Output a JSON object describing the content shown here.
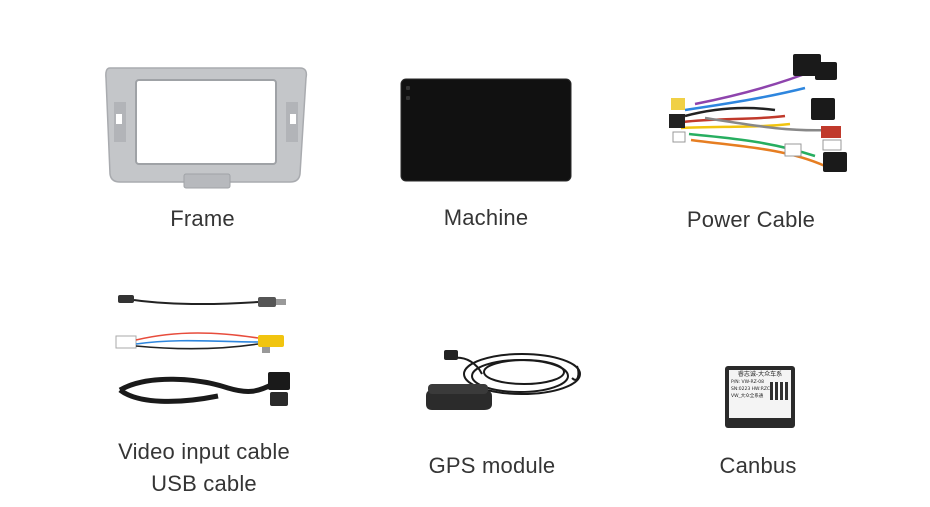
{
  "items": [
    {
      "name": "Frame",
      "icon": "dash-frame-image"
    },
    {
      "name": "Machine",
      "icon": "head-unit-image"
    },
    {
      "name": "Power Cable",
      "icon": "power-harness-image"
    },
    {
      "name_line1": "Video input cable",
      "name_line2": "USB cable",
      "icon": "video-usb-cable-image"
    },
    {
      "name": "GPS module",
      "icon": "gps-antenna-image"
    },
    {
      "name": "Canbus",
      "icon": "canbus-box-image"
    }
  ],
  "canbus_sticker": {
    "line1": "睿志诚-大众车系",
    "line2": "P/N: VW-RZ-08",
    "line3": "SN:0223 HW:RZC",
    "line4": "VW_大众全系通"
  },
  "colors": {
    "text": "#353535",
    "frame_silver": "#c4c6c9",
    "screen_black": "#111111"
  }
}
